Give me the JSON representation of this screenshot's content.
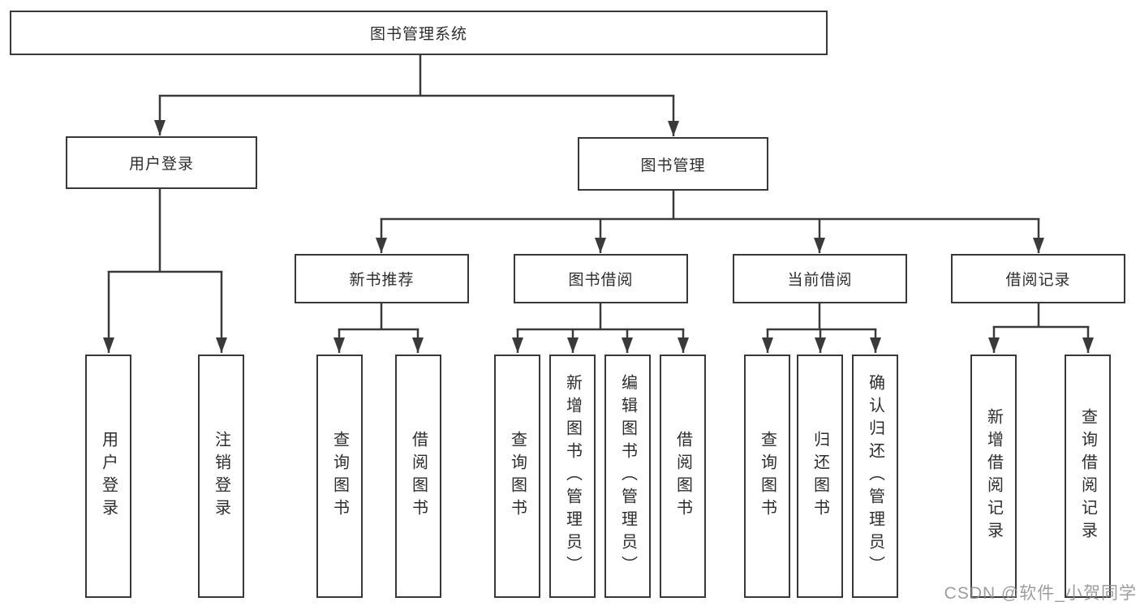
{
  "diagram": {
    "root": {
      "label": "图书管理系统"
    },
    "branches": [
      {
        "label": "用户登录"
      },
      {
        "label": "图书管理"
      }
    ],
    "modules": [
      {
        "label": "新书推荐"
      },
      {
        "label": "图书借阅"
      },
      {
        "label": "当前借阅"
      },
      {
        "label": "借阅记录"
      }
    ],
    "leaves": [
      {
        "label": "用户登录"
      },
      {
        "label": "注销登录"
      },
      {
        "label": "查询图书"
      },
      {
        "label": "借阅图书"
      },
      {
        "label": "查询图书"
      },
      {
        "label": "新增图书（管理员）"
      },
      {
        "label": "编辑图书（管理员）"
      },
      {
        "label": "借阅图书"
      },
      {
        "label": "查询图书"
      },
      {
        "label": "归还图书"
      },
      {
        "label": "确认归还（管理员）"
      },
      {
        "label": "新增借阅记录"
      },
      {
        "label": "查询借阅记录"
      }
    ]
  },
  "watermark": {
    "text": "CSDN @软件_小贺同学"
  },
  "colors": {
    "line": "#3a3a3a",
    "box_border": "#383838",
    "box_fill": "#ffffff",
    "text": "#2d2d2d",
    "watermark": "#8c8c8c"
  }
}
